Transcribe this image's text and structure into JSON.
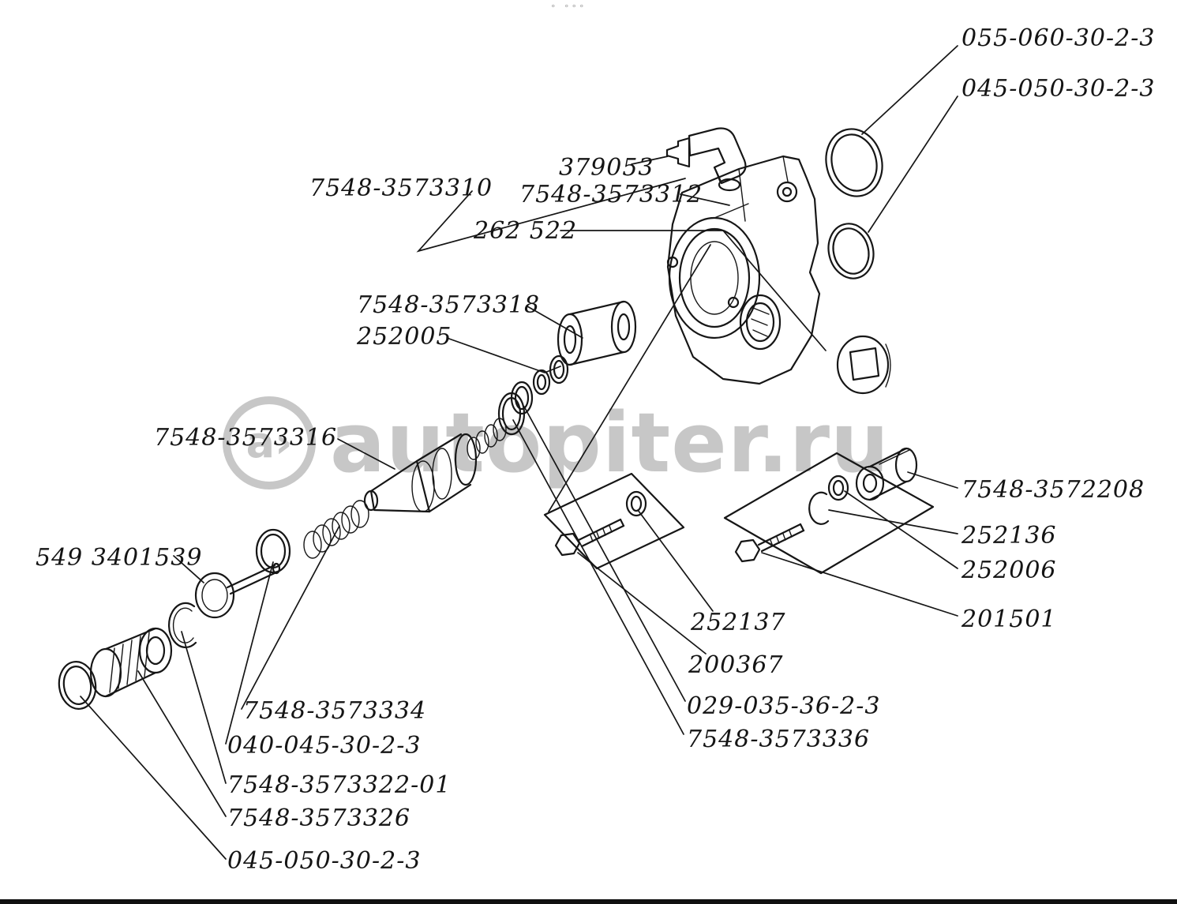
{
  "diagram": {
    "type": "exploded-parts-diagram",
    "background": "#ffffff",
    "line_color": "#161616",
    "label_color": "#141414"
  },
  "watermark": {
    "logo_text": "a›",
    "text": "autopiter.ru",
    "color": "#c7c7c7"
  },
  "artifacts": {
    "top_marks": "° °°°"
  },
  "labels": [
    {
      "text": "055-060-30-2-3"
    },
    {
      "text": "045-050-30-2-3"
    },
    {
      "text": "379053"
    },
    {
      "text": "7548-3573310"
    },
    {
      "text": "7548-3573312"
    },
    {
      "text": "262 522"
    },
    {
      "text": "7548-3573318"
    },
    {
      "text": "252005"
    },
    {
      "text": "7548-3573316"
    },
    {
      "text": "549 3401539"
    },
    {
      "text": "7548-3572208"
    },
    {
      "text": "252136"
    },
    {
      "text": "252006"
    },
    {
      "text": "201501"
    },
    {
      "text": "252137"
    },
    {
      "text": "200367"
    },
    {
      "text": "029-035-36-2-3"
    },
    {
      "text": "7548-3573336"
    },
    {
      "text": "7548-3573334"
    },
    {
      "text": "040-045-30-2-3"
    },
    {
      "text": "7548-3573322-01"
    },
    {
      "text": "7548-3573326"
    },
    {
      "text": "045-050-30-2-3"
    }
  ]
}
